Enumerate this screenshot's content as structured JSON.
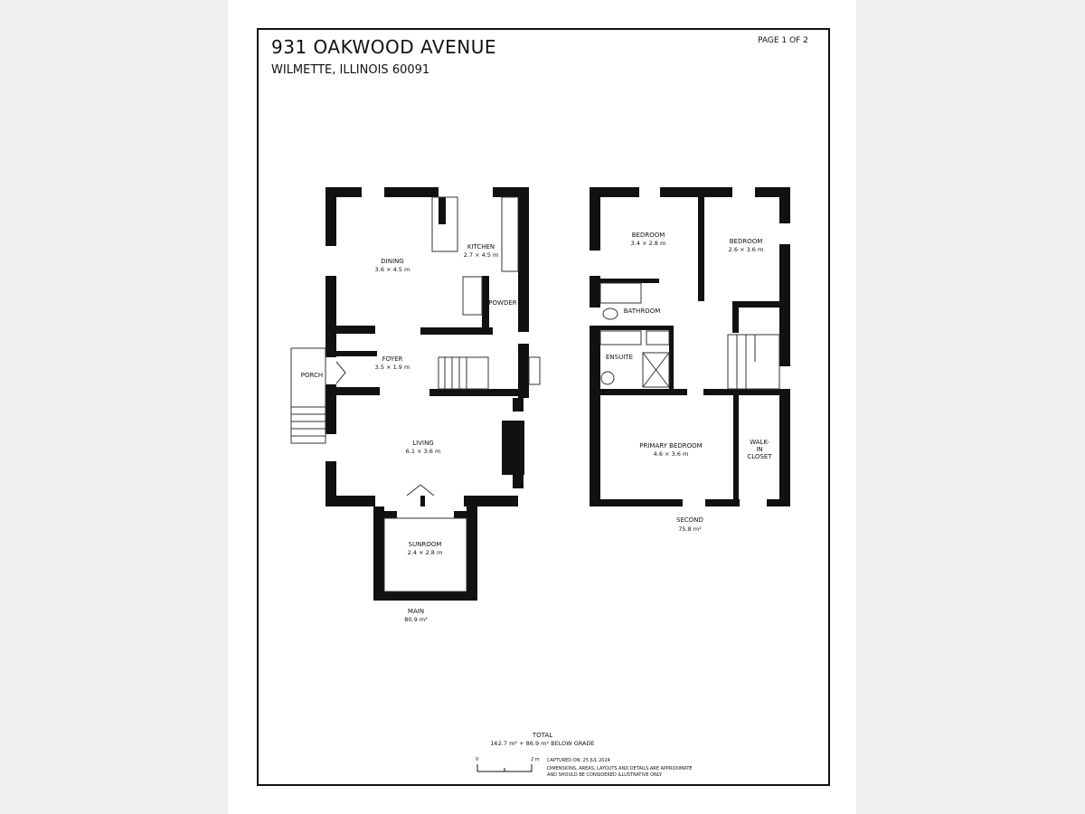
{
  "header": {
    "address": "931 OAKWOOD AVENUE",
    "city": "WILMETTE, ILLINOIS 60091",
    "page": "PAGE 1 OF 2"
  },
  "main_floor": {
    "name": "MAIN",
    "area": "80.9 m²",
    "rooms": [
      {
        "name": "DINING",
        "dims": "3.6 × 4.5 m"
      },
      {
        "name": "KITCHEN",
        "dims": "2.7 × 4.5 m"
      },
      {
        "name": "POWDER",
        "dims": ""
      },
      {
        "name": "FOYER",
        "dims": "3.5 × 1.9 m"
      },
      {
        "name": "PORCH",
        "dims": ""
      },
      {
        "name": "LIVING",
        "dims": "6.1 × 3.6 m"
      },
      {
        "name": "SUNROOM",
        "dims": "2.4 × 2.8 m"
      }
    ]
  },
  "second_floor": {
    "name": "SECOND",
    "area": "75.8 m²",
    "rooms": [
      {
        "name": "BEDROOM",
        "dims": "3.4 × 2.8 m"
      },
      {
        "name": "BEDROOM",
        "dims": "2.6 × 3.6 m"
      },
      {
        "name": "BATHROOM",
        "dims": ""
      },
      {
        "name": "ENSUITE",
        "dims": ""
      },
      {
        "name": "PRIMARY BEDROOM",
        "dims": "4.6 × 3.6 m"
      },
      {
        "name": "WALK-",
        "dims": "IN",
        "extra": "CLOSET"
      }
    ]
  },
  "footer": {
    "total_label": "TOTAL",
    "total_value": "162.7 m² + 86.9 m² BELOW GRADE",
    "scale_start": "0",
    "scale_end": "2 m",
    "captured": "CAPTURED ON: 25 JUL 2024",
    "disclaimer_1": "DIMENSIONS, AREAS, LAYOUTS AND DETAILS ARE APPROXIMATE",
    "disclaimer_2": "AND SHOULD BE CONSIDERED ILLUSTRATIVE ONLY"
  }
}
